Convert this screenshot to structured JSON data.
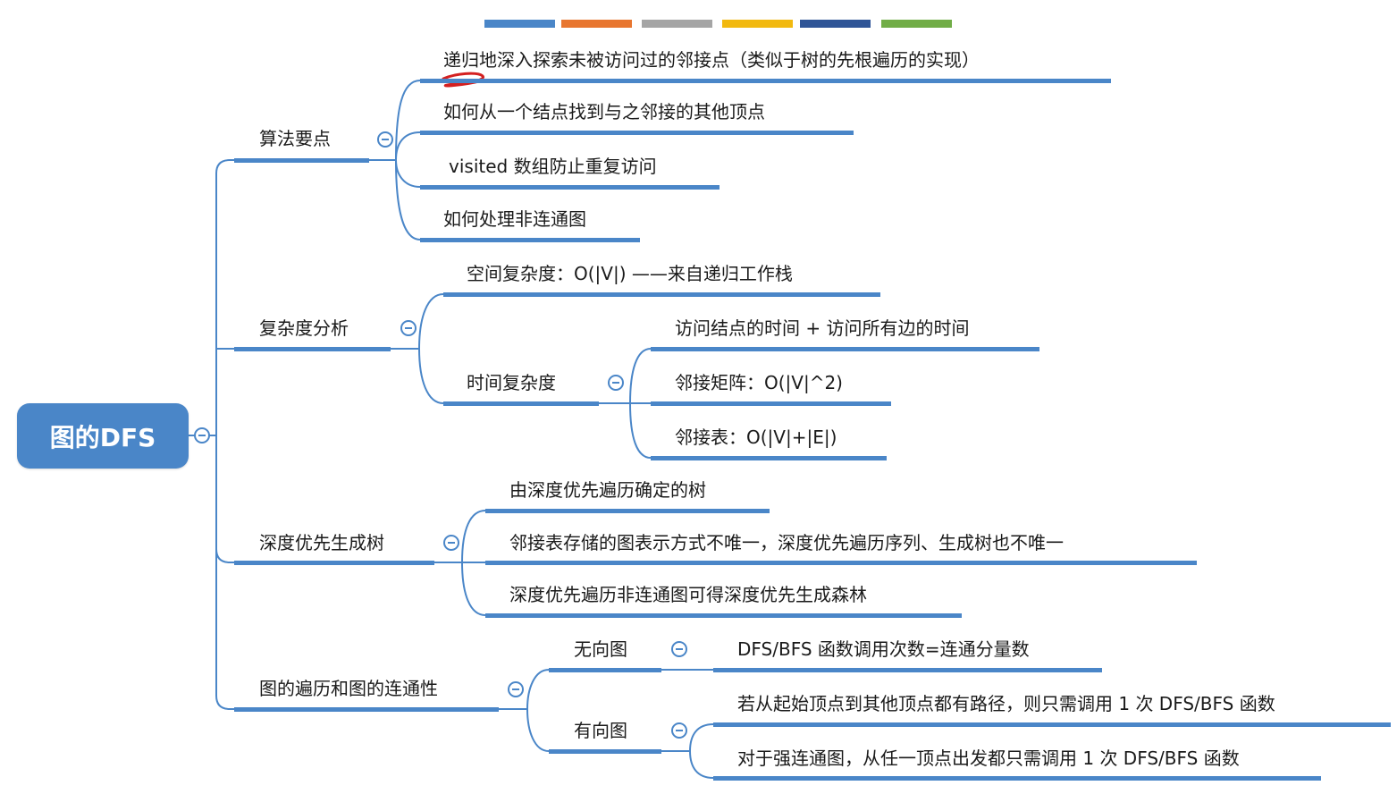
{
  "colors": {
    "accent": "#4a86c8",
    "ink_mark": "#d42020"
  },
  "palette": [
    "#4a86c8",
    "#e8762f",
    "#a5a5a5",
    "#f2b90f",
    "#2f5597",
    "#71ad47"
  ],
  "root": {
    "label": "图的DFS"
  },
  "algorithm": {
    "label": "算法要点",
    "items": [
      "递归地深入探索未被访问过的邻接点（类似于树的先根遍历的实现）",
      "如何从一个结点找到与之邻接的其他顶点",
      "visited 数组防止重复访问",
      "如何处理非连通图"
    ]
  },
  "complexity": {
    "label": "复杂度分析",
    "space": "空间复杂度：O(|V|) ——来自递归工作栈",
    "time": {
      "label": "时间复杂度",
      "items": [
        "访问结点的时间 + 访问所有边的时间",
        "邻接矩阵：O(|V|^2)",
        "邻接表：O(|V|+|E|)"
      ]
    }
  },
  "spanning": {
    "label": "深度优先生成树",
    "items": [
      "由深度优先遍历确定的树",
      "邻接表存储的图表示方式不唯一，深度优先遍历序列、生成树也不唯一",
      "深度优先遍历非连通图可得深度优先生成森林"
    ]
  },
  "connectivity": {
    "label": "图的遍历和图的连通性",
    "undirected": {
      "label": "无向图",
      "items": [
        "DFS/BFS 函数调用次数=连通分量数"
      ]
    },
    "directed": {
      "label": "有向图",
      "items": [
        "若从起始顶点到其他顶点都有路径，则只需调用 1 次 DFS/BFS 函数",
        "对于强连通图，从任一顶点出发都只需调用 1 次 DFS/BFS 函数"
      ]
    }
  }
}
